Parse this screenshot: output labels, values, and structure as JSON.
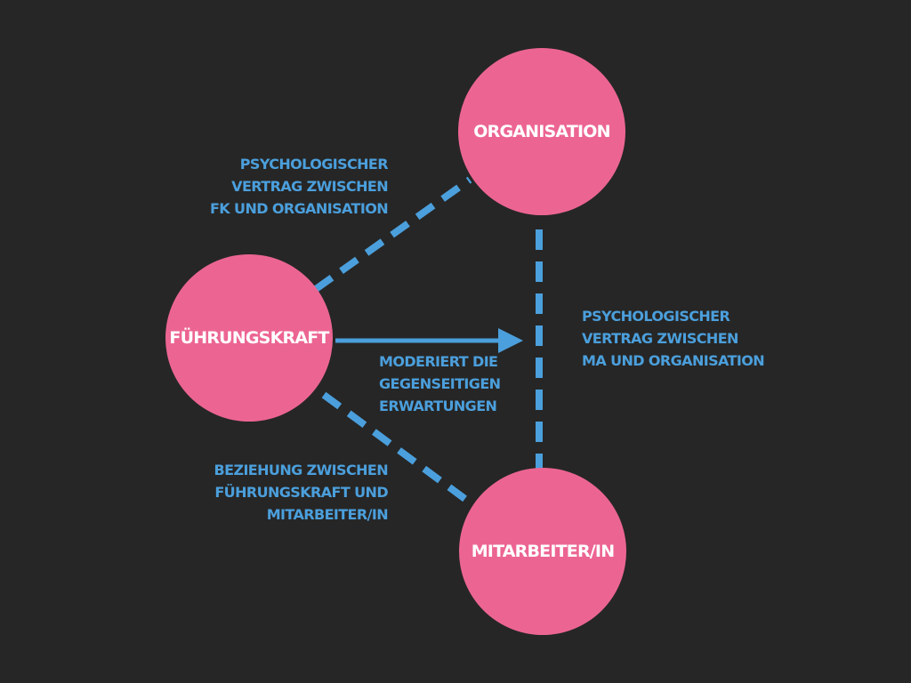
{
  "colors": {
    "background": "#262626",
    "node_fill": "#ec6592",
    "node_text": "#ffffff",
    "accent": "#4b9fdc"
  },
  "nodes": {
    "organisation": "ORGANISATION",
    "fuehrungskraft": "FÜHRUNGSKRAFT",
    "mitarbeiter": "MITARBEITER/IN"
  },
  "labels": {
    "fk_org": [
      "PSYCHOLOGISCHER",
      "VERTRAG ZWISCHEN",
      "FK UND ORGANISATION"
    ],
    "ma_org": [
      "PSYCHOLOGISCHER",
      "VERTRAG ZWISCHEN",
      "MA UND ORGANISATION"
    ],
    "moderiert": [
      "MODERIERT DIE",
      "GEGENSEITIGEN",
      "ERWARTUNGEN"
    ],
    "beziehung": [
      "BEZIEHUNG ZWISCHEN",
      "FÜHRUNGSKRAFT UND",
      "MITARBEITER/IN"
    ]
  }
}
